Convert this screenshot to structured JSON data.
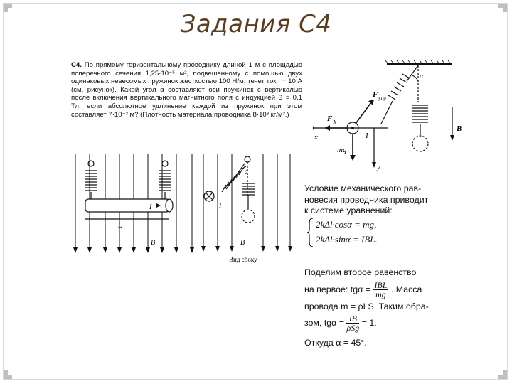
{
  "slide": {
    "title": "Задания С4"
  },
  "problem": {
    "id_label": "С4.",
    "text": "По прямому горизонтальному проводнику длиной 1 м с площадью поперечного сечения 1,25·10⁻⁵ м², подвешенному с помощью двух одинаковых невесомых пружинок жесткостью 100 Н/м, течет ток I = 10 А (см. рисунок). Какой угол α составляют оси пружинок с вертикалью после включения вертикального магнитного поля с индукцией B = 0,1 Тл, если абсолютное удлинение каждой из пружинок при этом составляет 7·10⁻³ м? (Плотность материала проводника 8·10³ кг/м³.)"
  },
  "figure_left": {
    "label_I": "I",
    "label_L": "L",
    "label_B": "B"
  },
  "figure_side": {
    "label_alpha": "α",
    "label_I": "I",
    "label_B": "B",
    "caption": "Вид сбоку"
  },
  "figure_forces": {
    "label_Fupr": "F",
    "sub_upr": "упр",
    "label_FA": "F",
    "sub_A": "A",
    "label_alpha": "α",
    "label_I": "I",
    "label_B": "B",
    "label_mg": "mg",
    "axis_x": "x",
    "axis_y": "y"
  },
  "solution": {
    "intro_1": "Условие механического рав-",
    "intro_2": "новесия проводника приводит",
    "intro_3": "к системе уравнений:",
    "eq1": "2kΔl·cosα = mg,",
    "eq2": "2kΔl·sinα = IBL.",
    "div_1": "Поделим второе равенство",
    "div_2a": "на первое: tgα =",
    "div_frac_num": "IBL",
    "div_frac_den": "mg",
    "div_2b": ". Масса",
    "mass_1": "провода m = ρLS. Таким обра-",
    "mass_2a": "зом, tgα =",
    "mass_frac_num": "IB",
    "mass_frac_den": "ρSg",
    "mass_2b": "= 1.",
    "result": "Откуда α = 45°."
  }
}
